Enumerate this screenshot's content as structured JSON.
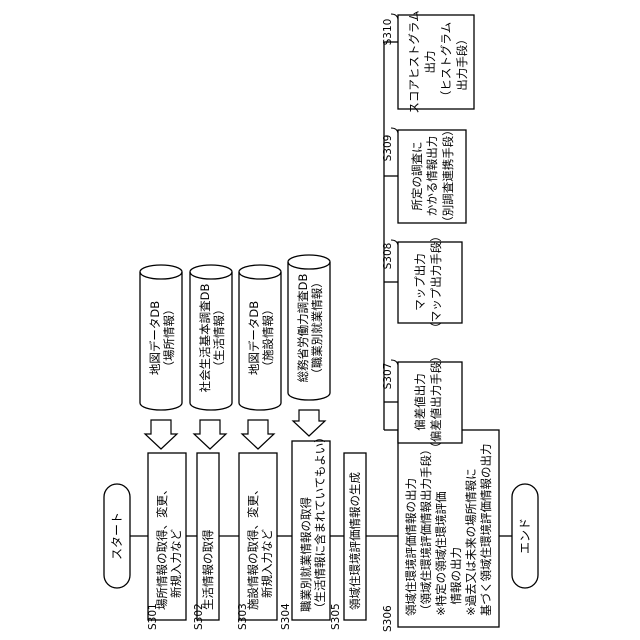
{
  "terminals": {
    "start": "スタート",
    "end": "エンド"
  },
  "steps": [
    {
      "label": "S301",
      "lines": [
        "場所情報の取得、変更、",
        "新規入力など"
      ]
    },
    {
      "label": "S302",
      "lines": [
        "生活情報の取得"
      ]
    },
    {
      "label": "S303",
      "lines": [
        "施設情報の取得、変更、",
        "新規入力など"
      ]
    },
    {
      "label": "S304",
      "lines": [
        "職業別就業情報の取得",
        "（生活情報に含まれていてもよい）"
      ]
    },
    {
      "label": "S305",
      "lines": [
        "領域住環境評価情報の生成"
      ]
    },
    {
      "label": "S306",
      "lines": [
        "領域住環境評価情報の出力",
        "（領域住環境評価情報出力手段）",
        "※特定の領域住環境評価",
        "　情報の出力",
        "※過去又は未来の場所情報に",
        "基づく領域住環境評価情報の出力"
      ]
    }
  ],
  "databases": [
    {
      "lines": [
        "地図データDB",
        "（場所情報）"
      ]
    },
    {
      "lines": [
        "社会生活基本調査DB",
        "（生活情報）"
      ]
    },
    {
      "lines": [
        "地図データDB",
        "（施設情報）"
      ]
    },
    {
      "lines": [
        "総務省労働力調査DB",
        "（職業別就業情報）"
      ]
    }
  ],
  "outputs": [
    {
      "label": "S307",
      "lines": [
        "偏差値出力",
        "（偏差値出力手段）"
      ]
    },
    {
      "label": "S308",
      "lines": [
        "マップ出力",
        "（マップ出力手段）"
      ]
    },
    {
      "label": "S309",
      "lines": [
        "所定の調査に",
        "かかる情報出力",
        "（別調査連携手段）"
      ]
    },
    {
      "label": "S310",
      "lines": [
        "スコアヒストグラム",
        "出力",
        "（ヒストグラム",
        "出力手段）"
      ]
    }
  ]
}
